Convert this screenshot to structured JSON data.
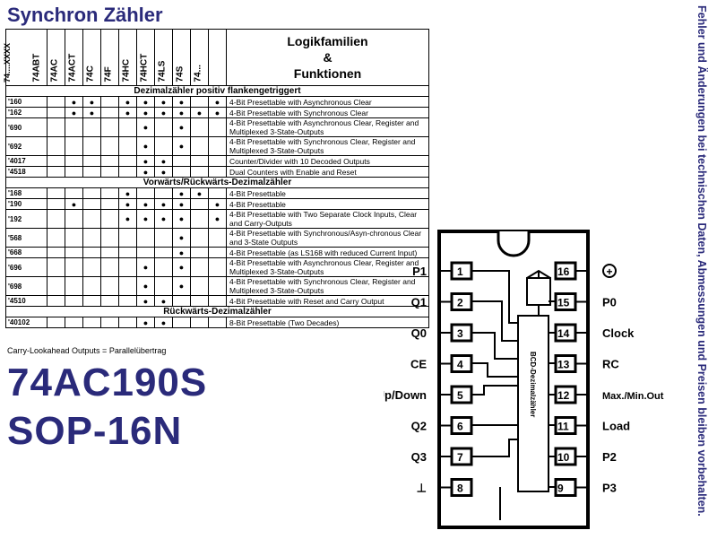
{
  "page_title": "Synchron Zähler",
  "side_note": "Fehler und Änderungen bei technischen Daten, Abmessungen und Preisen bleiben vorbehalten.",
  "table": {
    "corner": "74....XXXX",
    "families": [
      "74ABT",
      "74AC",
      "74ACT",
      "74C",
      "74F",
      "74HC",
      "74HCT",
      "74LS",
      "74S",
      "74..."
    ],
    "header_line1": "Logikfamilien",
    "header_line2": "&",
    "header_line3": "Funktionen",
    "sections": [
      {
        "title": "Dezimalzähler positiv flankengetriggert",
        "rows": [
          {
            "part": "'160",
            "dots": [
              false,
              true,
              true,
              false,
              true,
              true,
              true,
              true,
              false,
              true
            ],
            "func": "4-Bit Presettable with Asynchronous Clear"
          },
          {
            "part": "'162",
            "dots": [
              false,
              true,
              true,
              false,
              true,
              true,
              true,
              true,
              true,
              true
            ],
            "func": "4-Bit Presettable with Synchronous Clear"
          },
          {
            "part": "'690",
            "dots": [
              false,
              false,
              false,
              false,
              false,
              true,
              false,
              true,
              false,
              false
            ],
            "func": "4-Bit Presettable with Asynchronous Clear, Register and Multiplexed 3-State-Outputs"
          },
          {
            "part": "'692",
            "dots": [
              false,
              false,
              false,
              false,
              false,
              true,
              false,
              true,
              false,
              false
            ],
            "func": "4-Bit Presettable with Synchronous Clear, Register and Multiplexed 3-State-Outputs"
          },
          {
            "part": "'4017",
            "dots": [
              false,
              false,
              false,
              false,
              false,
              true,
              true,
              false,
              false,
              false
            ],
            "func": "Counter/Divider with 10 Decoded Outputs"
          },
          {
            "part": "'4518",
            "dots": [
              false,
              false,
              false,
              false,
              false,
              true,
              true,
              false,
              false,
              false
            ],
            "func": "Dual Counters with Enable and Reset"
          }
        ]
      },
      {
        "title": "Vorwärts/Rückwärts-Dezimalzähler",
        "rows": [
          {
            "part": "'168",
            "dots": [
              false,
              false,
              false,
              false,
              true,
              false,
              false,
              true,
              true,
              false
            ],
            "func": "4-Bit Presettable"
          },
          {
            "part": "'190",
            "dots": [
              false,
              true,
              false,
              false,
              true,
              true,
              true,
              true,
              false,
              true
            ],
            "func": "4-Bit Presettable"
          },
          {
            "part": "'192",
            "dots": [
              false,
              false,
              false,
              false,
              true,
              true,
              true,
              true,
              false,
              true
            ],
            "func": "4-Bit Presettable with Two Separate Clock Inputs, Clear and Carry-Outputs"
          },
          {
            "part": "'568",
            "dots": [
              false,
              false,
              false,
              false,
              false,
              false,
              false,
              true,
              false,
              false
            ],
            "func": "4-Bit Presettable with Synchronous/Asyn-chronous Clear and 3-State Outputs"
          },
          {
            "part": "'668",
            "dots": [
              false,
              false,
              false,
              false,
              false,
              false,
              false,
              true,
              false,
              false
            ],
            "func": "4-Bit Presettable (as LS168 with reduced Current Input)"
          },
          {
            "part": "'696",
            "dots": [
              false,
              false,
              false,
              false,
              false,
              true,
              false,
              true,
              false,
              false
            ],
            "func": "4-Bit Presettable with Asynchronous Clear, Register and Multiplexed 3-State-Outputs"
          },
          {
            "part": "'698",
            "dots": [
              false,
              false,
              false,
              false,
              false,
              true,
              false,
              true,
              false,
              false
            ],
            "func": "4-Bit Presettable with Synchronous Clear, Register and Multiplexed 3-State-Outputs"
          },
          {
            "part": "'4510",
            "dots": [
              false,
              false,
              false,
              false,
              false,
              true,
              true,
              false,
              false,
              false
            ],
            "func": "4-Bit Presettable with Reset and Carry Output"
          }
        ]
      },
      {
        "title": "Rückwärts-Dezimalzähler",
        "rows": [
          {
            "part": "'40102",
            "dots": [
              false,
              false,
              false,
              false,
              false,
              true,
              true,
              false,
              false,
              false
            ],
            "func": "8-Bit Presettable (Two Decades)"
          }
        ]
      }
    ]
  },
  "footnote": "Carry-Lookahead Outputs = Parallelübertrag",
  "part_number": "74AC190S",
  "package": "SOP-16N",
  "pinout": {
    "chip_label": "BCD-Dezimalzähler",
    "left_pins": [
      {
        "num": "1",
        "label": "P1"
      },
      {
        "num": "2",
        "label": "Q1"
      },
      {
        "num": "3",
        "label": "Q0"
      },
      {
        "num": "4",
        "label": "CE"
      },
      {
        "num": "5",
        "label": "Up/Down"
      },
      {
        "num": "6",
        "label": "Q2"
      },
      {
        "num": "7",
        "label": "Q3"
      },
      {
        "num": "8",
        "label": "⊥"
      }
    ],
    "right_pins": [
      {
        "num": "16",
        "label": "+"
      },
      {
        "num": "15",
        "label": "P0"
      },
      {
        "num": "14",
        "label": "Clock"
      },
      {
        "num": "13",
        "label": "RC"
      },
      {
        "num": "12",
        "label": "Max./Min.Out"
      },
      {
        "num": "11",
        "label": "Load"
      },
      {
        "num": "10",
        "label": "P2"
      },
      {
        "num": "9",
        "label": "P3"
      }
    ]
  }
}
